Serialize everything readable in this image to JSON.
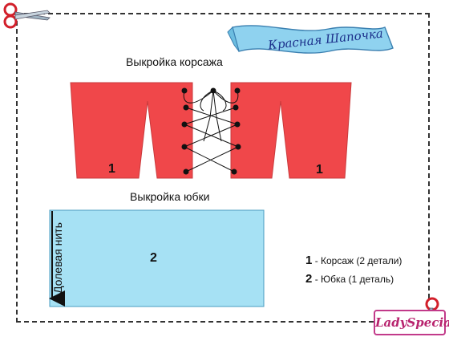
{
  "banner": {
    "title": "Красная Шапочка"
  },
  "bodice": {
    "heading": "Выкройка корсажа",
    "left_number": "1",
    "right_number": "1"
  },
  "skirt": {
    "heading": "Выкройка юбки",
    "number": "2",
    "grain_label": "Долевая нить"
  },
  "legend": {
    "items": [
      {
        "num": "1",
        "text": "- Корсаж (2 детали)"
      },
      {
        "num": "2",
        "text": "- Юбка (1 деталь)"
      }
    ]
  },
  "logo": {
    "text": "LadySpecial"
  },
  "colors": {
    "bodice": "#f0474a",
    "skirt": "#a6e1f4",
    "banner": "#8fd2ef",
    "logo": "#b8236e"
  },
  "icons": [
    "scissors-icon-top",
    "scissors-icon-bottom"
  ]
}
